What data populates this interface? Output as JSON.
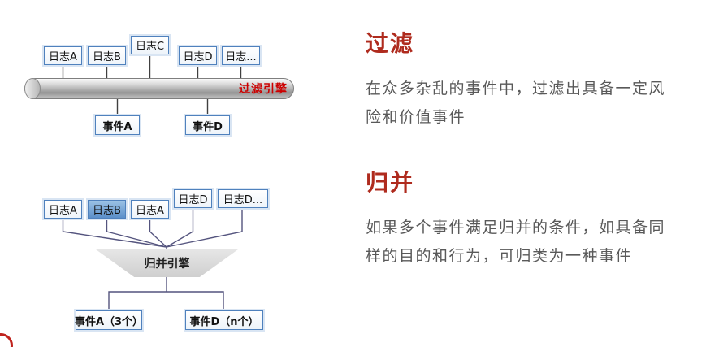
{
  "top_diagram": {
    "logs": [
      {
        "label": "日志A"
      },
      {
        "label": "日志B"
      },
      {
        "label": "日志C"
      },
      {
        "label": "日志D"
      },
      {
        "label": "日志..."
      }
    ],
    "engine_label": "过滤引擎",
    "events": [
      {
        "label": "事件A"
      },
      {
        "label": "事件D"
      }
    ]
  },
  "bottom_diagram": {
    "logs": [
      {
        "label": "日志A",
        "highlighted": false
      },
      {
        "label": "日志B",
        "highlighted": true
      },
      {
        "label": "日志A",
        "highlighted": false
      },
      {
        "label": "日志D",
        "highlighted": false
      },
      {
        "label": "日志D...",
        "highlighted": false
      }
    ],
    "engine_label": "归并引擎",
    "events": [
      {
        "label": "事件A（3个）"
      },
      {
        "label": "事件D（n个）"
      }
    ]
  },
  "sections": {
    "filter": {
      "title": "过滤",
      "body": "在众多杂乱的事件中，过滤出具备一定风险和价值事件"
    },
    "merge": {
      "title": "归并",
      "body": "如果多个事件满足归并的条件，如具备同样的目的和行为，可归类为一种事件"
    }
  },
  "colors": {
    "heading_red": "#af2b1e",
    "engine_label_red": "#cc0000",
    "box_border_blue": "#4f81bd",
    "line_dark": "#404040",
    "line_purple": "#54547e",
    "body_text_gray": "#595959"
  }
}
